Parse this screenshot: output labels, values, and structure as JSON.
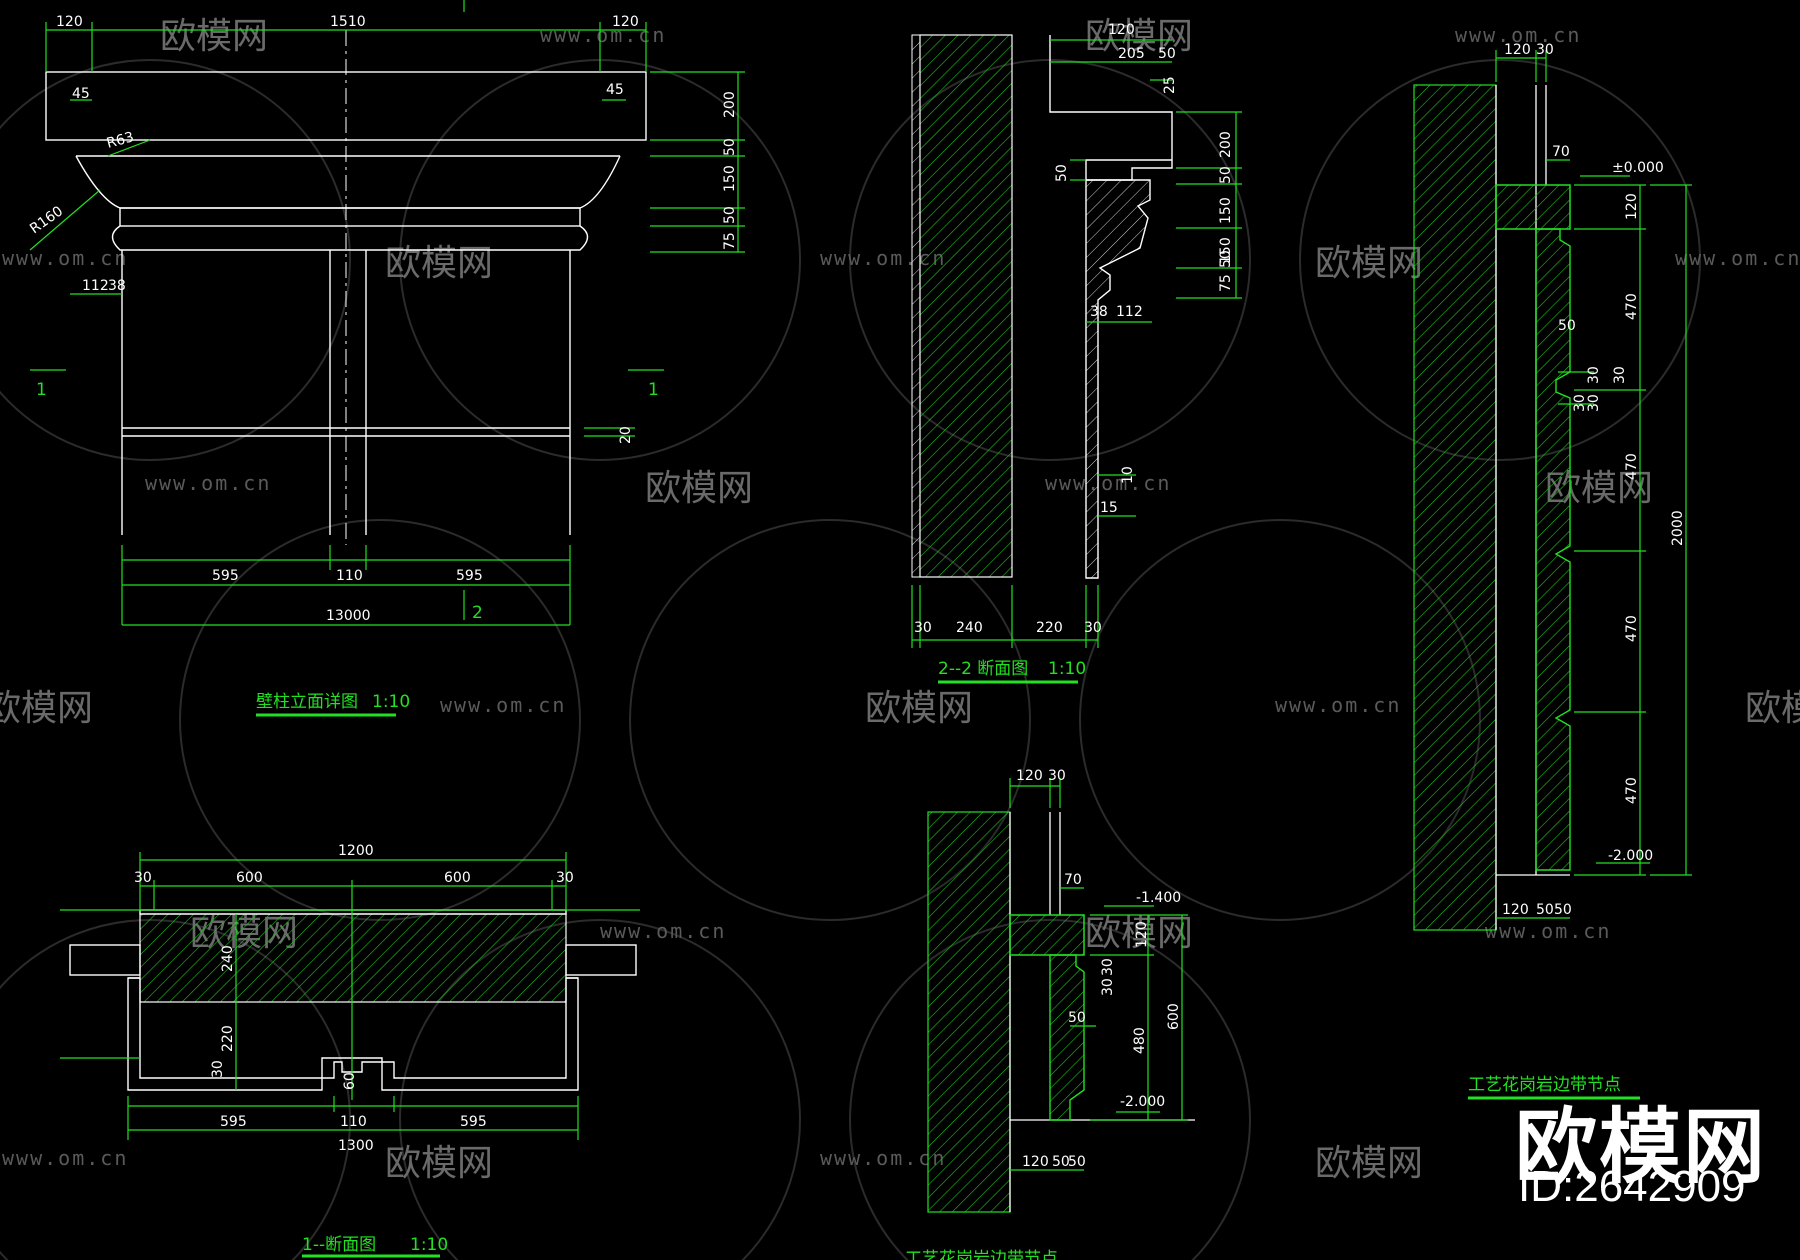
{
  "watermark": {
    "url_text": "www.om.cn",
    "cn_text": "欧模网"
  },
  "brand": {
    "name": "欧模网",
    "id_text": "ID:2642909"
  },
  "captions": {
    "elevation": "壁柱立面详图",
    "elevation_scale": "1:10",
    "section22": "2--2 断面图",
    "section22_scale": "1:10",
    "section11": "1--断面图",
    "section11_scale": "1:10",
    "craft": "工艺花岗岩边带节点",
    "craft2": "工艺花岗岩边带节点"
  },
  "section_marks": {
    "one": "1",
    "two": "2"
  },
  "elevation": {
    "top": [
      "120",
      "1510",
      "120"
    ],
    "left_small": [
      "45",
      "45"
    ],
    "radius": [
      "R63",
      "R160"
    ],
    "right_stack": [
      "200",
      "50",
      "150",
      "50",
      "75"
    ],
    "base_left": [
      "112",
      "38"
    ],
    "mid_joint": "20",
    "bottom": [
      "595",
      "110",
      "595"
    ],
    "total": "13000"
  },
  "section22": {
    "top": [
      "120",
      "205",
      "50",
      "25"
    ],
    "right_stack": [
      "200",
      "50",
      "150",
      "150",
      "75",
      "50"
    ],
    "left_mark": "50",
    "mid": [
      "38",
      "112"
    ],
    "small": [
      "10",
      "15"
    ],
    "bottom": [
      "30",
      "240",
      "220",
      "30"
    ]
  },
  "section11": {
    "total": "1200",
    "top": [
      "30",
      "600",
      "600",
      "30"
    ],
    "vertical": [
      "240",
      "220",
      "30",
      "60"
    ],
    "bottom": [
      "595",
      "110",
      "595"
    ],
    "overall": "1300"
  },
  "detail_small": {
    "top": [
      "120",
      "30"
    ],
    "mid": [
      "70",
      "120",
      "30",
      "30",
      "50"
    ],
    "right": [
      "480",
      "600"
    ],
    "levels": [
      "-1.400",
      "-2.000"
    ],
    "bottom": [
      "120",
      "50",
      "50"
    ]
  },
  "detail_tall": {
    "top": [
      "120",
      "30"
    ],
    "mid": [
      "70",
      "50",
      "30",
      "30",
      "30",
      "30"
    ],
    "right_stack": [
      "120",
      "470",
      "470",
      "470",
      "470"
    ],
    "overall": "2000",
    "levels": [
      "±0.000",
      "-2.000"
    ],
    "bottom": [
      "120",
      "50",
      "50"
    ]
  },
  "colors": {
    "background": "#000000",
    "line": "#ffffff",
    "dim": "#22e022",
    "hatch": "#1fbf1f",
    "watermark": "#5a5a5a"
  }
}
